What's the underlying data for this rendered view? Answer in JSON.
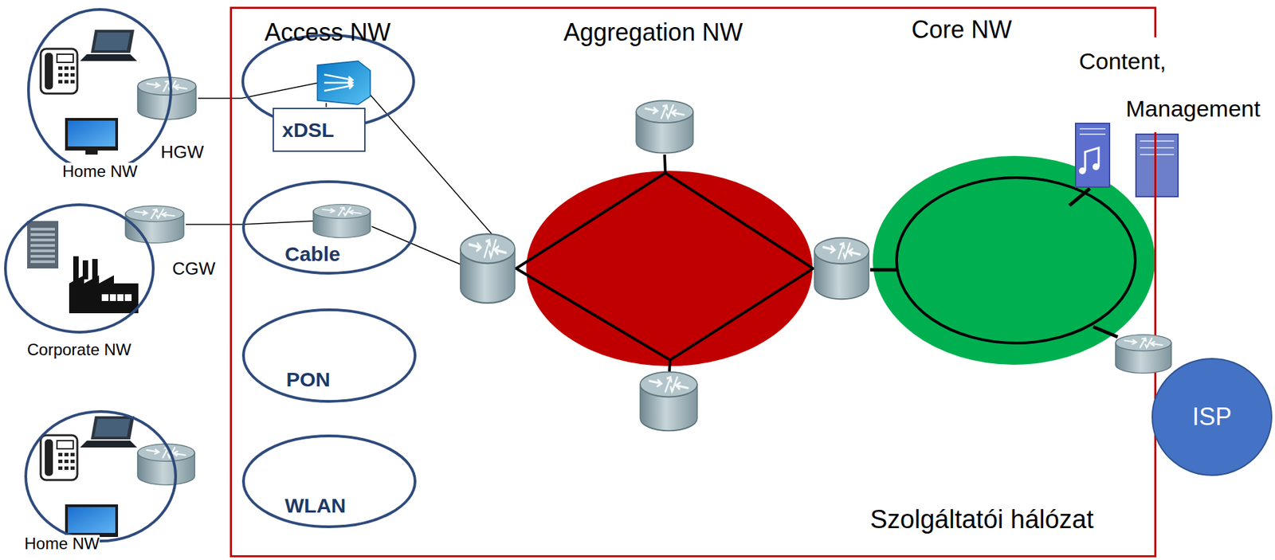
{
  "diagram": {
    "nodes": [
      {
        "text": [
          "Home NW"
        ]
      },
      {
        "text": [
          "HGW"
        ]
      },
      {
        "text": [
          "Corporate NW"
        ]
      },
      {
        "text": [
          "CGW"
        ]
      },
      {
        "text": [
          "Home NW"
        ]
      },
      {
        "text": [
          "Szolgáltatói hálózat"
        ]
      },
      {
        "text": [
          "xDSL"
        ],
        "in": 5
      },
      {
        "text": [
          "Cable"
        ],
        "in": 5
      },
      {
        "text": [
          "PON"
        ],
        "in": 5
      },
      {
        "text": [
          "WLAN"
        ],
        "in": 5
      },
      {
        "text": [
          "ISP"
        ]
      }
    ],
    "edges": [
      {
        "from": 1,
        "to": 6,
        "arrow": "none"
      },
      {
        "from": 3,
        "to": 7,
        "arrow": "none"
      }
    ],
    "labels": [
      "Access NW",
      "Aggregation NW",
      "Core NW",
      "Content, Management"
    ]
  }
}
